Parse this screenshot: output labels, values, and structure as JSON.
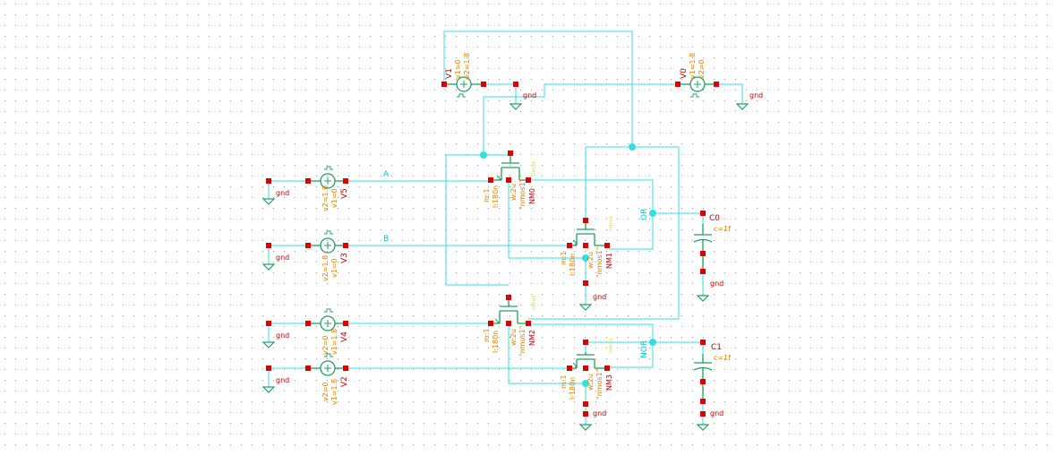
{
  "theme": {
    "background": "#ffffff",
    "grid_dot": "#9a9a9a",
    "wire": "#33e0e0",
    "pin": "#e00000",
    "symbol": "#20a060",
    "param_text": "#e08000",
    "inst_text": "#c00000",
    "label_text": "#00c8d8",
    "tag_text": "#e8e000",
    "gnd_text": "#c00000"
  },
  "sources": [
    {
      "id": "V1",
      "name": "V1",
      "v1": "v1=0",
      "v2": "v2=1.8"
    },
    {
      "id": "V0",
      "name": "V0",
      "v1": "v1=1.8",
      "v2": "v2=0"
    },
    {
      "id": "V5",
      "name": "V5",
      "v1": "v1=0",
      "v2": "v2=1.8"
    },
    {
      "id": "V3",
      "name": "V3",
      "v1": "v1=0",
      "v2": "v2=1.8"
    },
    {
      "id": "V4",
      "name": "V4",
      "v1": "v1=1.8",
      "v2": "v2=0"
    },
    {
      "id": "V2",
      "name": "V2",
      "v1": "v1=1.8",
      "v2": "v2=0"
    }
  ],
  "transistors": [
    {
      "id": "NM0",
      "name": "NM0",
      "m": "m:1",
      "l": "l:180n",
      "w": "w:2u",
      "model": "\"nmos1\"",
      "tag": "nmos"
    },
    {
      "id": "NM1",
      "name": "NM1",
      "m": "m:1",
      "l": "l:180n",
      "w": "w:2u",
      "model": "\"nmos1\"",
      "tag": "nmos"
    },
    {
      "id": "NM2",
      "name": "NM2",
      "m": "m:1",
      "l": "l:180n",
      "w": "w:2u",
      "model": "\"nmos1\"",
      "tag": "nmos"
    },
    {
      "id": "NM3",
      "name": "NM3",
      "m": "m:1",
      "l": "l:180n",
      "w": "w:2u",
      "model": "\"nmos1\"",
      "tag": "nmos"
    }
  ],
  "capacitors": [
    {
      "id": "C0",
      "name": "C0",
      "value": "c=1f"
    },
    {
      "id": "C1",
      "name": "C1",
      "value": "c=1f"
    }
  ],
  "net_labels": {
    "a": "A",
    "b": "B",
    "or": "OR",
    "nor": "NOR"
  },
  "gnd_label": "gnd"
}
